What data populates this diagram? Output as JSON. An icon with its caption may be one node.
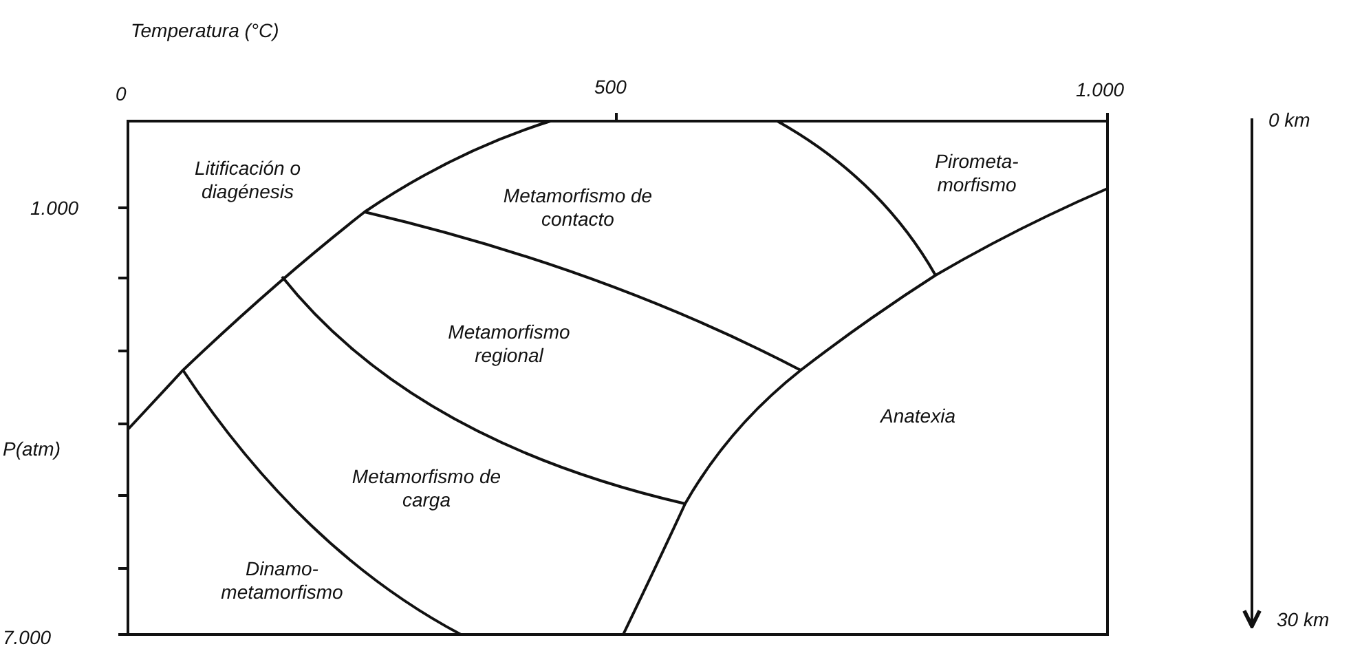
{
  "diagram": {
    "labels": [
      "Temperatura (°C)",
      "0",
      "500",
      "1.000",
      "0 km",
      "Litificación o diagénesis",
      "Metamorfismo de contacto",
      "Pirometa- morfismo",
      "1.000",
      "Metamorfismo regional",
      "Anatexia",
      "P(atm)",
      "Metamorfismo de carga",
      "Dinamo- metamorfismo",
      "7.000",
      "30 km"
    ]
  }
}
